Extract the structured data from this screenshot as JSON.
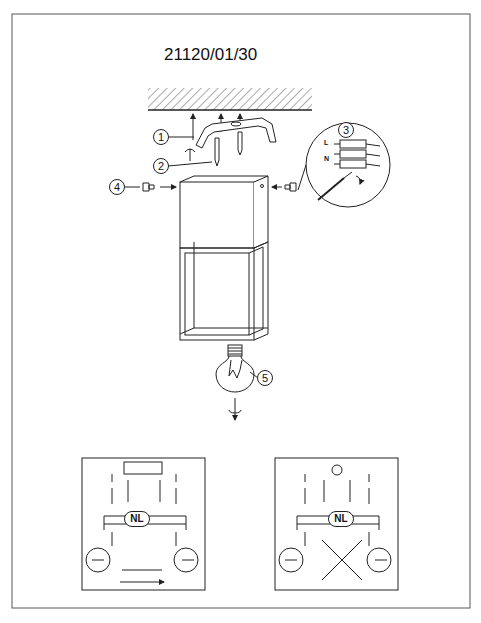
{
  "diagram": {
    "title": "21120/01/30",
    "nodes": [
      {
        "text": [
          "3"
        ]
      },
      {
        "text": [
          "1"
        ]
      },
      {
        "text": [
          "2"
        ]
      },
      {
        "text": [
          "4"
        ]
      },
      {
        "text": [
          "5"
        ]
      },
      {
        "text": [
          "NL"
        ]
      },
      {
        "text": [
          "NL"
        ]
      }
    ],
    "labels": [
      "L",
      "N"
    ]
  }
}
